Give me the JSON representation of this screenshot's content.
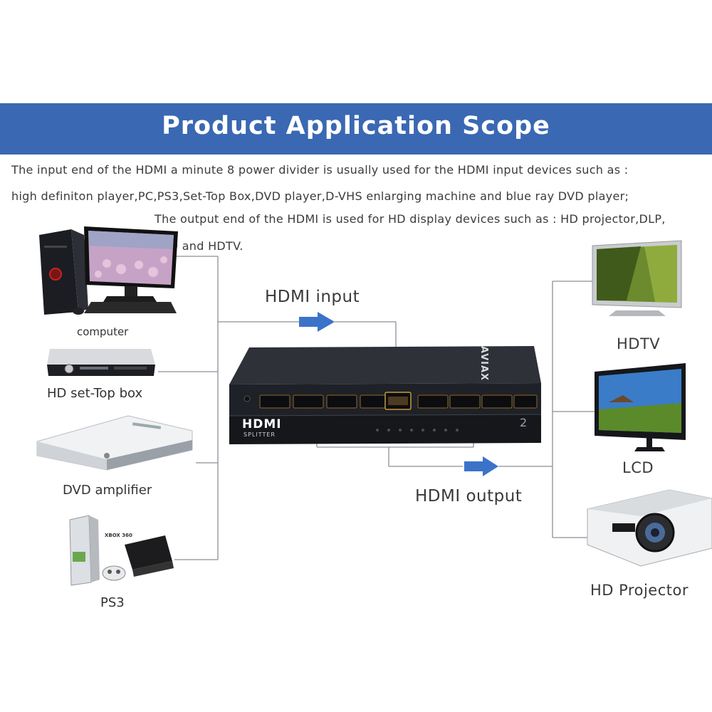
{
  "banner": {
    "title": "Product Application Scope",
    "color": "#3a68b2"
  },
  "description": {
    "line1": "The input end of the HDMI a minute 8 power divider is usually used for the HDMI input devices such as :",
    "line2": "high definiton player,PC,PS3,Set-Top Box,DVD player,D-VHS enlarging machine and blue ray DVD player;",
    "line3": "The output end of the HDMI is used for HD display devices such as : HD projector,DLP,",
    "line4": "LCD and HDTV."
  },
  "inputs": {
    "computer": "computer",
    "settop": "HD set-Top box",
    "dvd": "DVD amplifier",
    "ps3": "PS3",
    "xbox_badge": "XBOX 360"
  },
  "outputs": {
    "hdtv": "HDTV",
    "lcd": "LCD",
    "projector": "HD Projector"
  },
  "flow": {
    "input_label": "HDMI input",
    "output_label": "HDMI output",
    "arrow_color": "#3b73c9"
  },
  "device": {
    "brand": "AVIAX",
    "model_line1": "HDMI",
    "model_line2": "SPLITTER",
    "display_digit": "2"
  }
}
